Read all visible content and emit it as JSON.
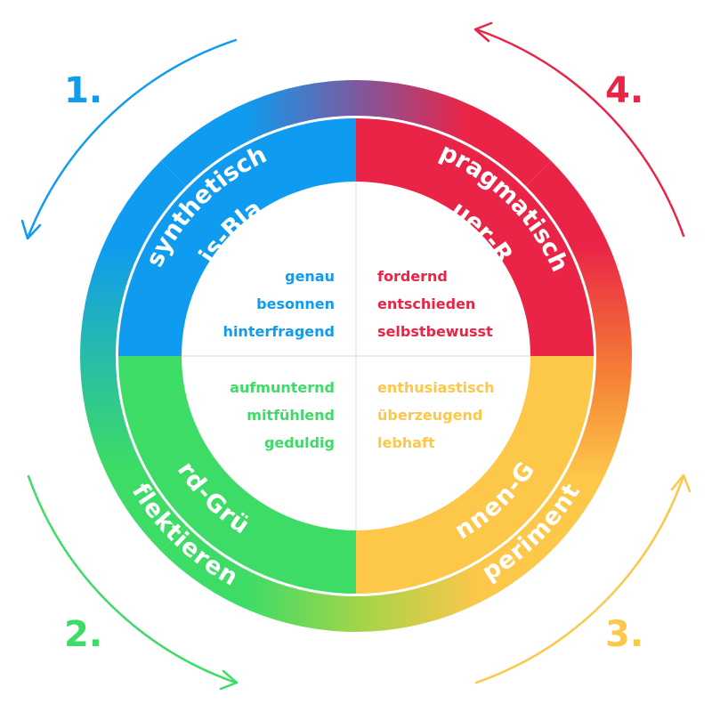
{
  "colors": {
    "blue": "#0f9bef",
    "red": "#ea2447",
    "yellow": "#fdc74a",
    "green": "#3ddc66",
    "orange": "#f47b35"
  },
  "quadrants": {
    "blue": {
      "number": "1.",
      "outer_label": "synthetisch",
      "inner_label": "Eis-Blau",
      "traits": [
        "genau",
        "besonnen",
        "hinterfragend"
      ]
    },
    "red": {
      "number": "4.",
      "outer_label": "pragmatisch",
      "inner_label": "Feuer-Rot",
      "traits": [
        "fordernd",
        "entschieden",
        "selbstbewusst"
      ]
    },
    "green": {
      "number": "2.",
      "outer_label": "reflektierend",
      "inner_label": "Erd-Grün",
      "traits": [
        "aufmunternd",
        "mitfühlend",
        "geduldig"
      ]
    },
    "yellow": {
      "number": "3.",
      "outer_label": "experimentell",
      "inner_label": "Sonnen-Gelb",
      "traits": [
        "enthusiastisch",
        "überzeugend",
        "lebhaft"
      ]
    }
  }
}
